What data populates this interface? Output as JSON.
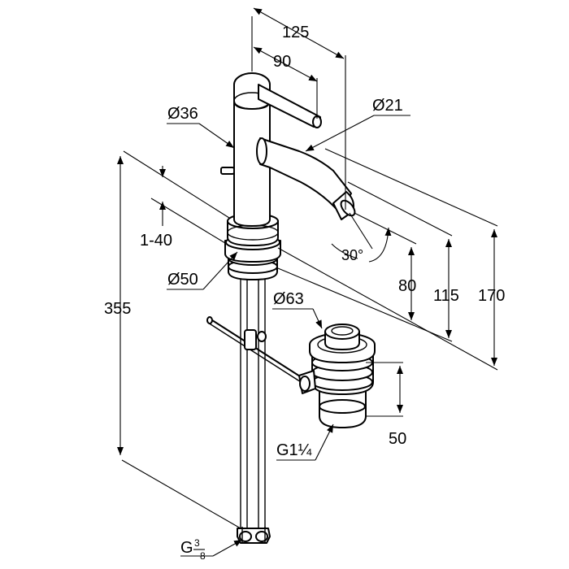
{
  "dimensions": {
    "d125": "125",
    "d90": "90",
    "d36": "Ø36",
    "d21": "Ø21",
    "d1_40": "1-40",
    "d30": "30°",
    "d50dia": "Ø50",
    "d80": "80",
    "d115": "115",
    "d170": "170",
    "d355": "355",
    "d63": "Ø63",
    "d50": "50",
    "g114": "G1¼",
    "g38_main": "G",
    "g38_num": "3",
    "g38_den": "8"
  }
}
